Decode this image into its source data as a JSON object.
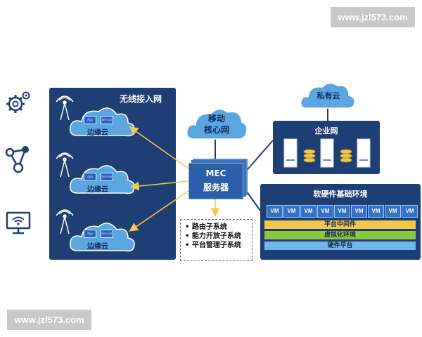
{
  "watermark": {
    "top": "www.jzl573.com",
    "bottom": "www.jzl573.com"
  },
  "wireless_panel": {
    "title": "无线接入网",
    "clouds": [
      {
        "label": "边缘云",
        "chips": [
          "App",
          "Service"
        ]
      },
      {
        "label": "边缘云",
        "chips": [
          "App",
          "Service"
        ]
      },
      {
        "label": "边缘云",
        "chips": [
          "App",
          "Service"
        ]
      }
    ]
  },
  "core_cloud": {
    "line1": "移动",
    "line2": "核心网"
  },
  "mec": {
    "line1": "MEC",
    "line2": "服务器"
  },
  "subsystems": [
    "路由子系统",
    "能力开放子系统",
    "平台管理子系统"
  ],
  "private_cloud": {
    "label": "私有云"
  },
  "enterprise": {
    "title": "企业网"
  },
  "infrastructure": {
    "title": "软硬件基础环境",
    "vms": [
      "VM",
      "VM",
      "VM",
      "VM",
      "VM",
      "VM",
      "VM",
      "VM",
      "VM"
    ],
    "layers": [
      {
        "label": "平台中间件",
        "color": "#f2c84b"
      },
      {
        "label": "虚拟化环境",
        "color": "#8cc63f"
      },
      {
        "label": "硬件平台",
        "color": "#6fb7ea"
      }
    ]
  },
  "colors": {
    "panel": "#1e3f73",
    "cloud": "#5aa6e0",
    "arrow": "#f2c84b",
    "line": "#1e3f73"
  }
}
